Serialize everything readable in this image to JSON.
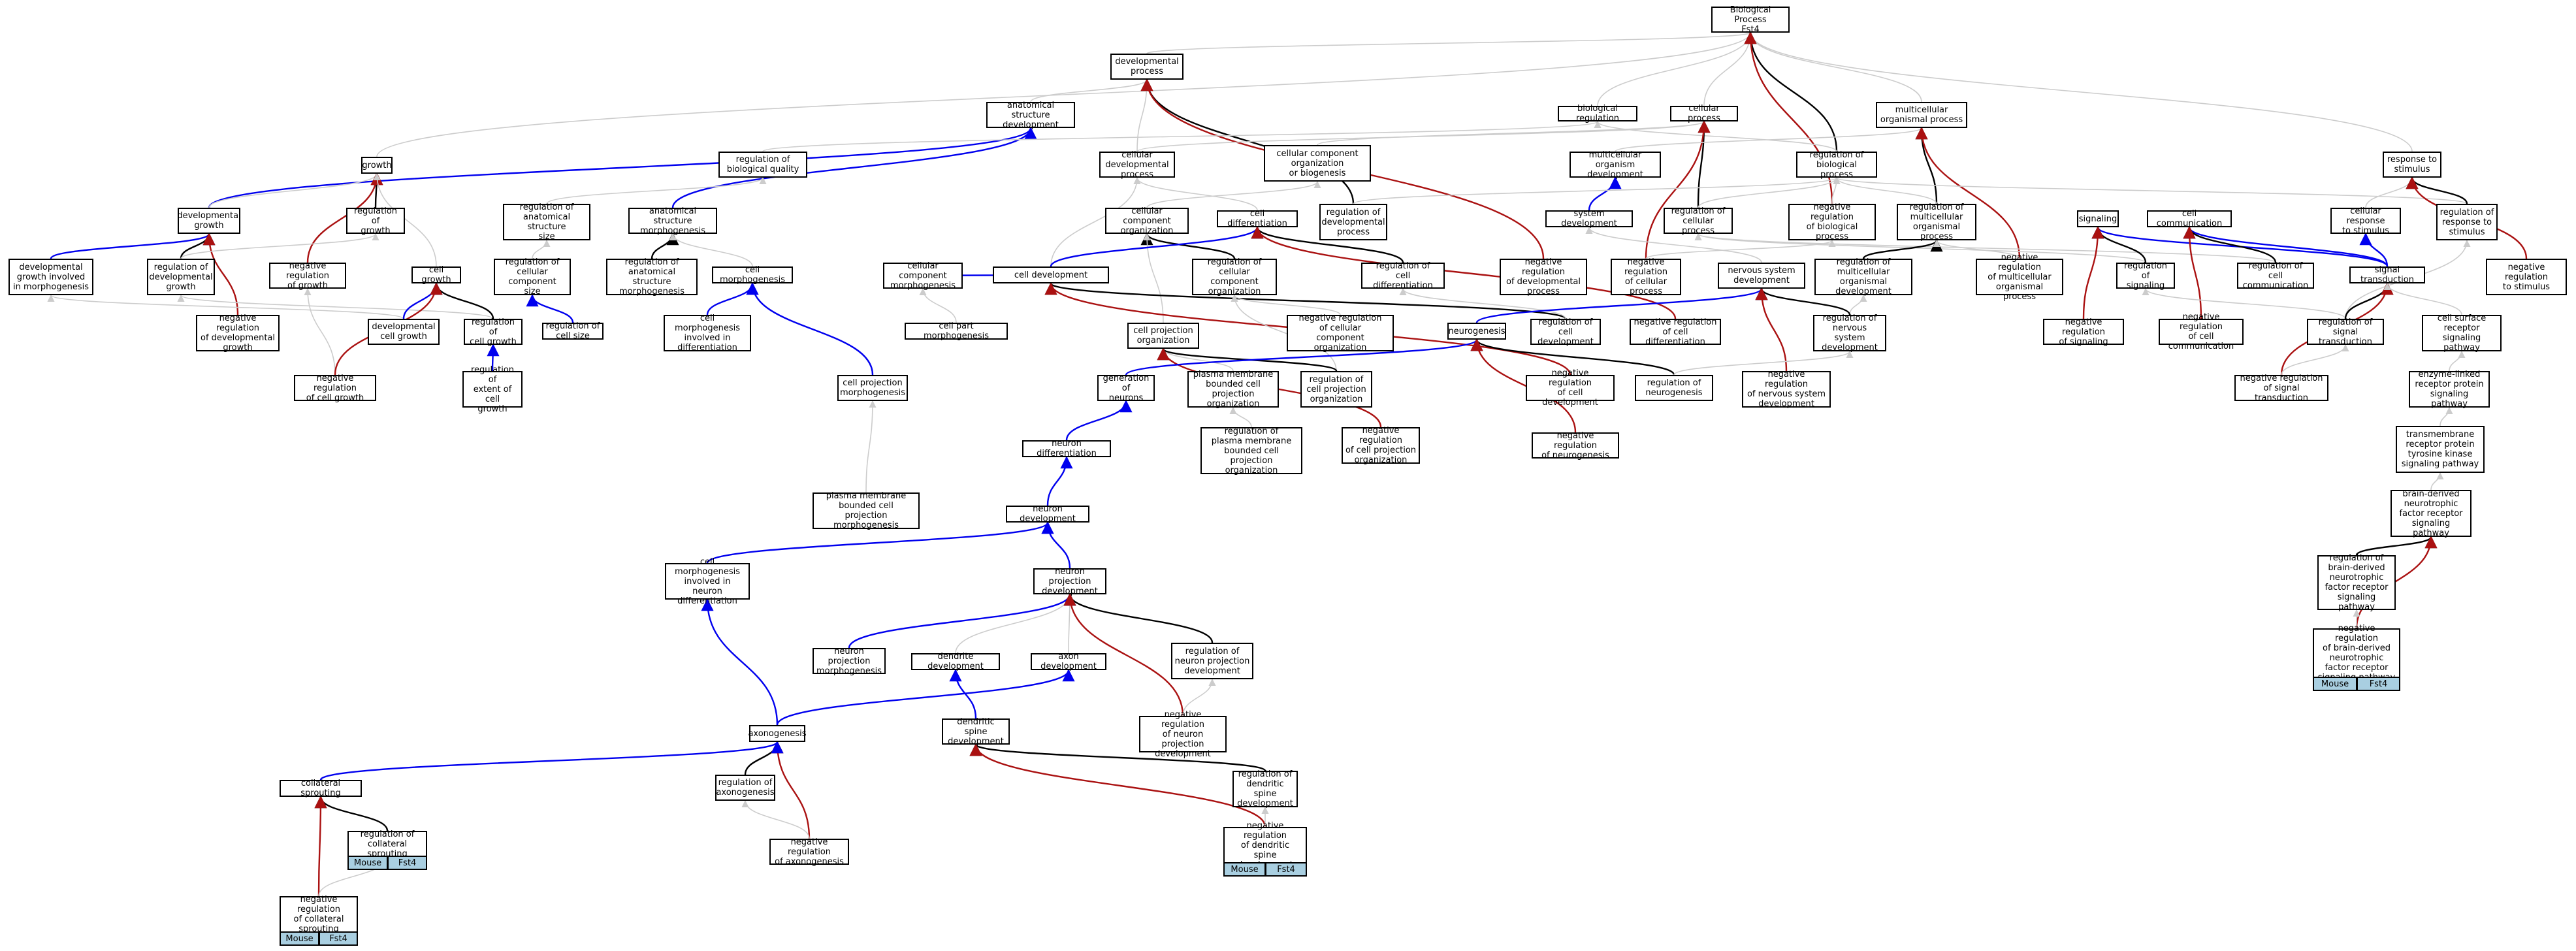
{
  "colors": {
    "is_a": "#cccccc",
    "part_of": "#000000",
    "regulates": "#0000ee",
    "negatively_regulates": "#aa1111",
    "species_tag": "#a9cfe1"
  },
  "nodes": [
    {
      "id": "n0",
      "label": "Biological Process\nFst4"
    },
    {
      "id": "n1",
      "label": "developmental\nprocess"
    },
    {
      "id": "n2",
      "label": "anatomical structure\ndevelopment"
    },
    {
      "id": "n3",
      "label": "biological regulation"
    },
    {
      "id": "n4",
      "label": "cellular process"
    },
    {
      "id": "n5",
      "label": "multicellular\norganismal process"
    },
    {
      "id": "n6",
      "label": "growth"
    },
    {
      "id": "n7",
      "label": "regulation of\nbiological quality"
    },
    {
      "id": "n8",
      "label": "cellular developmental\nprocess"
    },
    {
      "id": "n9",
      "label": "cellular component\norganization\nor biogenesis"
    },
    {
      "id": "n10",
      "label": "multicellular\norganism development"
    },
    {
      "id": "n11",
      "label": "regulation of\nbiological process"
    },
    {
      "id": "n12",
      "label": "response to\nstimulus"
    },
    {
      "id": "n13",
      "label": "developmental\ngrowth"
    },
    {
      "id": "n14",
      "label": "regulation of\ngrowth"
    },
    {
      "id": "n15",
      "label": "regulation of\nanatomical structure\nsize"
    },
    {
      "id": "n16",
      "label": "anatomical structure\nmorphogenesis"
    },
    {
      "id": "n17",
      "label": "cellular component\norganization"
    },
    {
      "id": "n18",
      "label": "cell differentiation"
    },
    {
      "id": "n19",
      "label": "regulation of\ndevelopmental\nprocess"
    },
    {
      "id": "n20",
      "label": "system development"
    },
    {
      "id": "n21",
      "label": "regulation of\ncellular process"
    },
    {
      "id": "n22",
      "label": "negative regulation\nof biological\nprocess"
    },
    {
      "id": "n23",
      "label": "regulation of\nmulticellular\norganismal process"
    },
    {
      "id": "n24",
      "label": "signaling"
    },
    {
      "id": "n25",
      "label": "cell communication"
    },
    {
      "id": "n26",
      "label": "cellular response\nto stimulus"
    },
    {
      "id": "n27",
      "label": "regulation of\nresponse to\nstimulus"
    },
    {
      "id": "n28",
      "label": "developmental\ngrowth involved\nin morphogenesis"
    },
    {
      "id": "n29",
      "label": "regulation of\ndevelopmental\ngrowth"
    },
    {
      "id": "n30",
      "label": "negative regulation\nof growth"
    },
    {
      "id": "n31",
      "label": "cell growth"
    },
    {
      "id": "n32",
      "label": "regulation of\ncellular component\nsize"
    },
    {
      "id": "n33",
      "label": "regulation of\nanatomical structure\nmorphogenesis"
    },
    {
      "id": "n34",
      "label": "cell morphogenesis"
    },
    {
      "id": "n35",
      "label": "cellular component\nmorphogenesis"
    },
    {
      "id": "n36",
      "label": "cell development"
    },
    {
      "id": "n37",
      "label": "regulation of\ncellular component\norganization"
    },
    {
      "id": "n38",
      "label": "regulation of\ncell differentiation"
    },
    {
      "id": "n39",
      "label": "negative regulation\nof developmental\nprocess"
    },
    {
      "id": "n40",
      "label": "negative regulation\nof cellular\nprocess"
    },
    {
      "id": "n41",
      "label": "nervous system\ndevelopment"
    },
    {
      "id": "n42",
      "label": "regulation of\nmulticellular\norganismal development"
    },
    {
      "id": "n43",
      "label": "negative regulation\nof multicellular\norganismal process"
    },
    {
      "id": "n44",
      "label": "regulation of\nsignaling"
    },
    {
      "id": "n45",
      "label": "regulation of\ncell communication"
    },
    {
      "id": "n46",
      "label": "signal transduction"
    },
    {
      "id": "n47",
      "label": "negative regulation\nto stimulus"
    },
    {
      "id": "n48",
      "label": "negative regulation\nof developmental\ngrowth"
    },
    {
      "id": "n49",
      "label": "developmental\ncell growth"
    },
    {
      "id": "n50",
      "label": "regulation of\ncell growth"
    },
    {
      "id": "n51",
      "label": "regulation of\ncell size"
    },
    {
      "id": "n52",
      "label": "cell morphogenesis\ninvolved in\ndifferentiation"
    },
    {
      "id": "n53",
      "label": "cell part morphogenesis"
    },
    {
      "id": "n54",
      "label": "negative regulation\nof cellular\ncomponent organization"
    },
    {
      "id": "n55",
      "label": "neurogenesis"
    },
    {
      "id": "n56",
      "label": "regulation of\ncell development"
    },
    {
      "id": "n57",
      "label": "negative regulation\nof cell differentiation"
    },
    {
      "id": "n58",
      "label": "regulation of\nnervous system\ndevelopment"
    },
    {
      "id": "n59",
      "label": "negative regulation\nof signaling"
    },
    {
      "id": "n60",
      "label": "negative regulation\nof cell communication"
    },
    {
      "id": "n61",
      "label": "regulation of\nsignal transduction"
    },
    {
      "id": "n62",
      "label": "cell surface\nreceptor signaling\npathway"
    },
    {
      "id": "n63",
      "label": "negative regulation\nof cell growth"
    },
    {
      "id": "n64",
      "label": "regulation of\nextent of cell\ngrowth"
    },
    {
      "id": "n65",
      "label": "cell projection\norganization"
    },
    {
      "id": "n66",
      "label": "cell projection\nmorphogenesis"
    },
    {
      "id": "n67",
      "label": "generation of\nneurons"
    },
    {
      "id": "n68",
      "label": "plasma membrane\nbounded cell\nprojection organization"
    },
    {
      "id": "n69",
      "label": "regulation of\ncell projection\norganization"
    },
    {
      "id": "n70",
      "label": "negative regulation\nof cell development"
    },
    {
      "id": "n71",
      "label": "regulation of\nneurogenesis"
    },
    {
      "id": "n72",
      "label": "negative regulation\nof nervous system\ndevelopment"
    },
    {
      "id": "n73",
      "label": "negative regulation\nof signal transduction"
    },
    {
      "id": "n74",
      "label": "enzyme-linked\nreceptor protein\nsignaling pathway"
    },
    {
      "id": "n75",
      "label": "neuron differentiation"
    },
    {
      "id": "n76",
      "label": "regulation of\nplasma membrane\nbounded cell\nprojection organization"
    },
    {
      "id": "n77",
      "label": "negative regulation\nof cell projection\norganization"
    },
    {
      "id": "n78",
      "label": "negative regulation\nof neurogenesis"
    },
    {
      "id": "n79",
      "label": "transmembrane\nreceptor protein\ntyrosine kinase\nsignaling pathway"
    },
    {
      "id": "n80",
      "label": "plasma membrane\nbounded cell\nprojection morphogenesis"
    },
    {
      "id": "n81",
      "label": "neuron development"
    },
    {
      "id": "n82",
      "label": "brain-derived\nneurotrophic\nfactor receptor\nsignaling pathway"
    },
    {
      "id": "n83",
      "label": "cell morphogenesis\ninvolved in\nneuron differentiation"
    },
    {
      "id": "n84",
      "label": "neuron projection\ndevelopment"
    },
    {
      "id": "n85",
      "label": "regulation of\nbrain-derived\nneurotrophic\nfactor receptor\nsignaling pathway"
    },
    {
      "id": "n86",
      "label": "neuron projection\nmorphogenesis"
    },
    {
      "id": "n87",
      "label": "dendrite development"
    },
    {
      "id": "n88",
      "label": "axon development"
    },
    {
      "id": "n89",
      "label": "regulation of\nneuron projection\ndevelopment"
    },
    {
      "id": "n90",
      "label": "negative regulation\nof brain-derived\nneurotrophic\nfactor receptor\nsignaling pathway"
    },
    {
      "id": "n91",
      "label": "axonogenesis"
    },
    {
      "id": "n92",
      "label": "dendritic spine\ndevelopment"
    },
    {
      "id": "n93",
      "label": "negative regulation\nof neuron projection\ndevelopment"
    },
    {
      "id": "n94",
      "label": "collateral sprouting"
    },
    {
      "id": "n95",
      "label": "regulation of\naxonogenesis"
    },
    {
      "id": "n96",
      "label": "regulation of\ndendritic spine\ndevelopment"
    },
    {
      "id": "n97",
      "label": "regulation of\ncollateral sprouting"
    },
    {
      "id": "n98",
      "label": "negative regulation\nof axonogenesis"
    },
    {
      "id": "n99",
      "label": "negative regulation\nof dendritic\nspine development"
    },
    {
      "id": "n100",
      "label": "negative regulation\nof collateral\nsprouting"
    }
  ],
  "tags": [
    {
      "id": "t0",
      "node": "n90",
      "label": "Mouse"
    },
    {
      "id": "t1",
      "node": "n90",
      "label": "Fst4"
    },
    {
      "id": "t2",
      "node": "n97",
      "label": "Mouse"
    },
    {
      "id": "t3",
      "node": "n97",
      "label": "Fst4"
    },
    {
      "id": "t4",
      "node": "n99",
      "label": "Mouse"
    },
    {
      "id": "t5",
      "node": "n99",
      "label": "Fst4"
    },
    {
      "id": "t6",
      "node": "n100",
      "label": "Mouse"
    },
    {
      "id": "t7",
      "node": "n100",
      "label": "Fst4"
    }
  ],
  "edges": [
    {
      "from": "n1",
      "to": "n0",
      "type": "is_a"
    },
    {
      "from": "n3",
      "to": "n0",
      "type": "is_a"
    },
    {
      "from": "n4",
      "to": "n0",
      "type": "is_a"
    },
    {
      "from": "n5",
      "to": "n0",
      "type": "is_a"
    },
    {
      "from": "n12",
      "to": "n0",
      "type": "is_a"
    },
    {
      "from": "n6",
      "to": "n0",
      "type": "is_a"
    },
    {
      "from": "n11",
      "to": "n0",
      "type": "part_of"
    },
    {
      "from": "n22",
      "to": "n0",
      "type": "negatively_regulates"
    },
    {
      "from": "n2",
      "to": "n1",
      "type": "is_a"
    },
    {
      "from": "n8",
      "to": "n1",
      "type": "is_a"
    },
    {
      "from": "n19",
      "to": "n1",
      "type": "part_of"
    },
    {
      "from": "n39",
      "to": "n1",
      "type": "negatively_regulates"
    },
    {
      "from": "n13",
      "to": "n2",
      "type": "regulates"
    },
    {
      "from": "n16",
      "to": "n2",
      "type": "regulates"
    },
    {
      "from": "n11",
      "to": "n3",
      "type": "is_a"
    },
    {
      "from": "n7",
      "to": "n3",
      "type": "is_a"
    },
    {
      "from": "n8",
      "to": "n4",
      "type": "is_a"
    },
    {
      "from": "n9",
      "to": "n4",
      "type": "is_a"
    },
    {
      "from": "n21",
      "to": "n4",
      "type": "part_of"
    },
    {
      "from": "n40",
      "to": "n4",
      "type": "negatively_regulates"
    },
    {
      "from": "n10",
      "to": "n5",
      "type": "is_a"
    },
    {
      "from": "n23",
      "to": "n5",
      "type": "part_of"
    },
    {
      "from": "n43",
      "to": "n5",
      "type": "negatively_regulates"
    },
    {
      "from": "n13",
      "to": "n6",
      "type": "is_a"
    },
    {
      "from": "n14",
      "to": "n6",
      "type": "part_of"
    },
    {
      "from": "n30",
      "to": "n6",
      "type": "negatively_regulates"
    },
    {
      "from": "n31",
      "to": "n6",
      "type": "is_a"
    },
    {
      "from": "n15",
      "to": "n7",
      "type": "is_a"
    },
    {
      "from": "n18",
      "to": "n8",
      "type": "is_a"
    },
    {
      "from": "n36",
      "to": "n8",
      "type": "is_a"
    },
    {
      "from": "n17",
      "to": "n9",
      "type": "is_a"
    },
    {
      "from": "n20",
      "to": "n10",
      "type": "regulates"
    },
    {
      "from": "n21",
      "to": "n11",
      "type": "is_a"
    },
    {
      "from": "n22",
      "to": "n11",
      "type": "is_a"
    },
    {
      "from": "n23",
      "to": "n11",
      "type": "is_a"
    },
    {
      "from": "n19",
      "to": "n11",
      "type": "is_a"
    },
    {
      "from": "n27",
      "to": "n11",
      "type": "is_a"
    },
    {
      "from": "n26",
      "to": "n12",
      "type": "is_a"
    },
    {
      "from": "n27",
      "to": "n12",
      "type": "part_of"
    },
    {
      "from": "n47",
      "to": "n12",
      "type": "negatively_regulates"
    },
    {
      "from": "n28",
      "to": "n13",
      "type": "regulates"
    },
    {
      "from": "n29",
      "to": "n13",
      "type": "part_of"
    },
    {
      "from": "n48",
      "to": "n13",
      "type": "negatively_regulates"
    },
    {
      "from": "n29",
      "to": "n14",
      "type": "is_a"
    },
    {
      "from": "n32",
      "to": "n15",
      "type": "is_a"
    },
    {
      "from": "n33",
      "to": "n16",
      "type": "part_of"
    },
    {
      "from": "n34",
      "to": "n16",
      "type": "is_a"
    },
    {
      "from": "n37",
      "to": "n17",
      "type": "part_of"
    },
    {
      "from": "n65",
      "to": "n17",
      "type": "is_a"
    },
    {
      "from": "n36",
      "to": "n18",
      "type": "regulates"
    },
    {
      "from": "n38",
      "to": "n18",
      "type": "part_of"
    },
    {
      "from": "n57",
      "to": "n18",
      "type": "negatively_regulates"
    },
    {
      "from": "n41",
      "to": "n20",
      "type": "is_a"
    },
    {
      "from": "n44",
      "to": "n21",
      "type": "is_a"
    },
    {
      "from": "n45",
      "to": "n21",
      "type": "is_a"
    },
    {
      "from": "n40",
      "to": "n22",
      "type": "is_a"
    },
    {
      "from": "n42",
      "to": "n23",
      "type": "part_of"
    },
    {
      "from": "n43",
      "to": "n23",
      "type": "is_a"
    },
    {
      "from": "n46",
      "to": "n24",
      "type": "regulates"
    },
    {
      "from": "n44",
      "to": "n24",
      "type": "part_of"
    },
    {
      "from": "n59",
      "to": "n24",
      "type": "negatively_regulates"
    },
    {
      "from": "n46",
      "to": "n25",
      "type": "regulates"
    },
    {
      "from": "n45",
      "to": "n25",
      "type": "part_of"
    },
    {
      "from": "n60",
      "to": "n25",
      "type": "negatively_regulates"
    },
    {
      "from": "n46",
      "to": "n26",
      "type": "regulates"
    },
    {
      "from": "n61",
      "to": "n27",
      "type": "is_a"
    },
    {
      "from": "n49",
      "to": "n28",
      "type": "is_a"
    },
    {
      "from": "n50",
      "to": "n29",
      "type": "is_a"
    },
    {
      "from": "n63",
      "to": "n30",
      "type": "is_a"
    },
    {
      "from": "n49",
      "to": "n31",
      "type": "regulates"
    },
    {
      "from": "n50",
      "to": "n31",
      "type": "part_of"
    },
    {
      "from": "n63",
      "to": "n31",
      "type": "negatively_regulates"
    },
    {
      "from": "n51",
      "to": "n32",
      "type": "regulates"
    },
    {
      "from": "n52",
      "to": "n34",
      "type": "regulates"
    },
    {
      "from": "n66",
      "to": "n34",
      "type": "regulates"
    },
    {
      "from": "n36",
      "to": "n35",
      "type": "regulates"
    },
    {
      "from": "n53",
      "to": "n35",
      "type": "is_a"
    },
    {
      "from": "n56",
      "to": "n36",
      "type": "part_of"
    },
    {
      "from": "n70",
      "to": "n36",
      "type": "negatively_regulates"
    },
    {
      "from": "n69",
      "to": "n37",
      "type": "is_a"
    },
    {
      "from": "n54",
      "to": "n37",
      "type": "is_a"
    },
    {
      "from": "n56",
      "to": "n38",
      "type": "is_a"
    },
    {
      "from": "n58",
      "to": "n42",
      "type": "is_a"
    },
    {
      "from": "n55",
      "to": "n41",
      "type": "regulates"
    },
    {
      "from": "n58",
      "to": "n41",
      "type": "part_of"
    },
    {
      "from": "n72",
      "to": "n41",
      "type": "negatively_regulates"
    },
    {
      "from": "n61",
      "to": "n44",
      "type": "is_a"
    },
    {
      "from": "n61",
      "to": "n46",
      "type": "part_of"
    },
    {
      "from": "n73",
      "to": "n46",
      "type": "negatively_regulates"
    },
    {
      "from": "n62",
      "to": "n46",
      "type": "is_a"
    },
    {
      "from": "n64",
      "to": "n50",
      "type": "regulates"
    },
    {
      "from": "n68",
      "to": "n65",
      "type": "is_a"
    },
    {
      "from": "n69",
      "to": "n65",
      "type": "part_of"
    },
    {
      "from": "n77",
      "to": "n65",
      "type": "negatively_regulates"
    },
    {
      "from": "n67",
      "to": "n55",
      "type": "regulates"
    },
    {
      "from": "n71",
      "to": "n55",
      "type": "part_of"
    },
    {
      "from": "n78",
      "to": "n55",
      "type": "negatively_regulates"
    },
    {
      "from": "n71",
      "to": "n58",
      "type": "is_a"
    },
    {
      "from": "n73",
      "to": "n61",
      "type": "is_a"
    },
    {
      "from": "n74",
      "to": "n62",
      "type": "is_a"
    },
    {
      "from": "n75",
      "to": "n67",
      "type": "regulates"
    },
    {
      "from": "n76",
      "to": "n68",
      "type": "is_a"
    },
    {
      "from": "n79",
      "to": "n74",
      "type": "is_a"
    },
    {
      "from": "n81",
      "to": "n75",
      "type": "regulates"
    },
    {
      "from": "n80",
      "to": "n66",
      "type": "is_a"
    },
    {
      "from": "n82",
      "to": "n79",
      "type": "is_a"
    },
    {
      "from": "n83",
      "to": "n81",
      "type": "regulates"
    },
    {
      "from": "n84",
      "to": "n81",
      "type": "regulates"
    },
    {
      "from": "n85",
      "to": "n82",
      "type": "part_of"
    },
    {
      "from": "n90",
      "to": "n82",
      "type": "negatively_regulates"
    },
    {
      "from": "n86",
      "to": "n84",
      "type": "regulates"
    },
    {
      "from": "n87",
      "to": "n84",
      "type": "is_a"
    },
    {
      "from": "n88",
      "to": "n84",
      "type": "is_a"
    },
    {
      "from": "n89",
      "to": "n84",
      "type": "part_of"
    },
    {
      "from": "n93",
      "to": "n84",
      "type": "negatively_regulates"
    },
    {
      "from": "n91",
      "to": "n88",
      "type": "regulates"
    },
    {
      "from": "n91",
      "to": "n83",
      "type": "regulates"
    },
    {
      "from": "n92",
      "to": "n87",
      "type": "regulates"
    },
    {
      "from": "n95",
      "to": "n91",
      "type": "part_of"
    },
    {
      "from": "n98",
      "to": "n91",
      "type": "negatively_regulates"
    },
    {
      "from": "n96",
      "to": "n92",
      "type": "part_of"
    },
    {
      "from": "n99",
      "to": "n92",
      "type": "negatively_regulates"
    },
    {
      "from": "n94",
      "to": "n91",
      "type": "regulates"
    },
    {
      "from": "n97",
      "to": "n94",
      "type": "part_of"
    },
    {
      "from": "n100",
      "to": "n94",
      "type": "negatively_regulates"
    },
    {
      "from": "n93",
      "to": "n89",
      "type": "is_a"
    },
    {
      "from": "n98",
      "to": "n95",
      "type": "is_a"
    },
    {
      "from": "n99",
      "to": "n96",
      "type": "is_a"
    },
    {
      "from": "n100",
      "to": "n97",
      "type": "is_a"
    },
    {
      "from": "n90",
      "to": "n85",
      "type": "is_a"
    }
  ]
}
